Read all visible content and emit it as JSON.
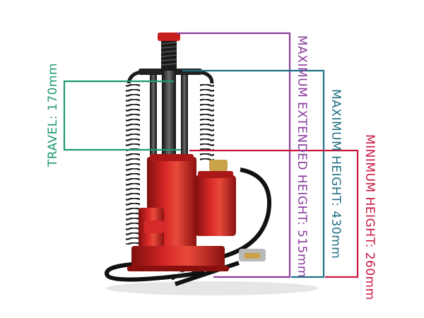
{
  "colors": {
    "travel": "#1e9a6e",
    "max_extended": "#8a3c9c",
    "max_height": "#1f6f86",
    "min_height": "#c8183e",
    "jack_red": "#c81e1e",
    "jack_dark": "#6a0c0c",
    "steel": "#2a2a2a",
    "brass": "#c9a24a"
  },
  "dimensions": {
    "travel": "TRAVEL: 170mm",
    "max_extended": "MAXIMUM EXTENDED HEIGHT: 515mm",
    "max_height": "MAXIMUM HEIGHT: 430mm",
    "min_height": "MINIMUM HEIGHT: 260mm"
  },
  "icons": [
    "hydraulic-bottle-jack-image"
  ]
}
